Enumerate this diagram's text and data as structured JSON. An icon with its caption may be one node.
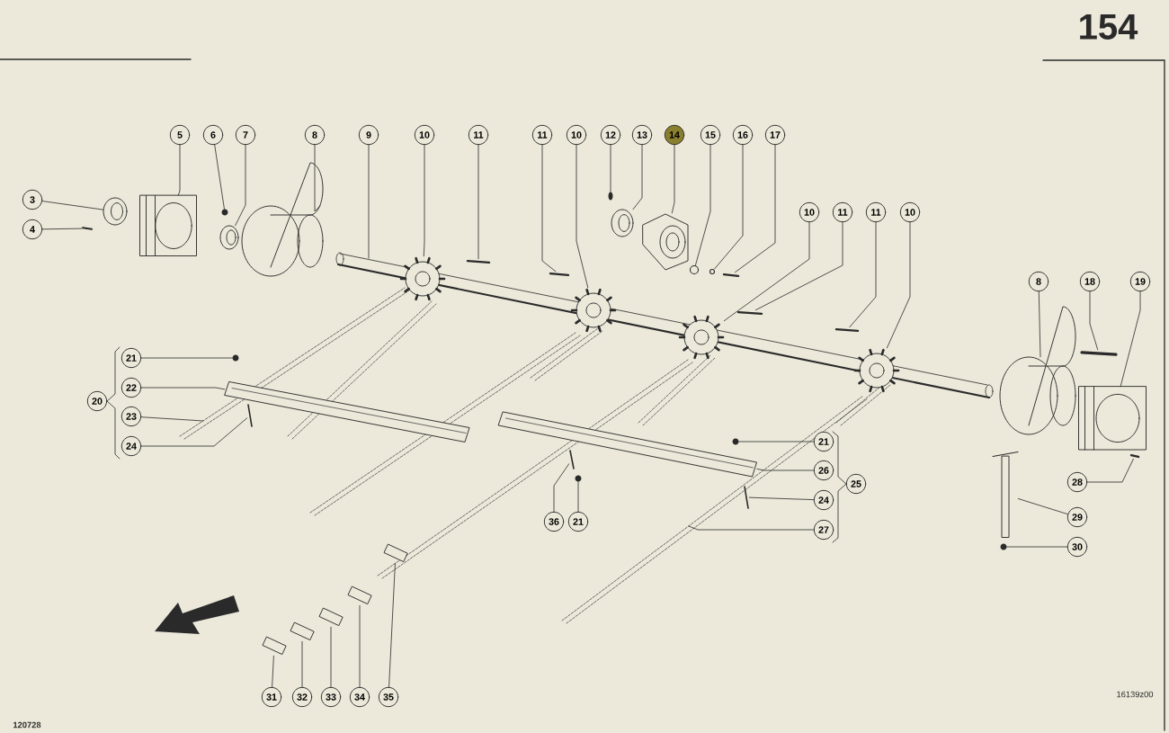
{
  "diagram": {
    "nodes": [
      {
        "text": [
          "5"
        ]
      },
      {
        "text": [
          "6"
        ]
      },
      {
        "text": [
          "7"
        ]
      },
      {
        "text": [
          "8"
        ]
      },
      {
        "text": [
          "9"
        ]
      },
      {
        "text": [
          "10"
        ]
      },
      {
        "text": [
          "11"
        ]
      },
      {
        "text": [
          "11"
        ]
      },
      {
        "text": [
          "10"
        ]
      },
      {
        "text": [
          "12"
        ]
      },
      {
        "text": [
          "13"
        ]
      },
      {
        "text": [
          "14"
        ]
      },
      {
        "text": [
          "15"
        ]
      },
      {
        "text": [
          "16"
        ]
      },
      {
        "text": [
          "17"
        ]
      },
      {
        "text": [
          "10"
        ]
      },
      {
        "text": [
          "11"
        ]
      },
      {
        "text": [
          "11"
        ]
      },
      {
        "text": [
          "10"
        ]
      },
      {
        "text": [
          "3"
        ]
      },
      {
        "text": [
          "4"
        ]
      },
      {
        "text": [
          "21"
        ]
      },
      {
        "text": [
          "22"
        ]
      },
      {
        "text": [
          "23"
        ]
      },
      {
        "text": [
          "24"
        ]
      },
      {
        "text": [
          "20"
        ]
      },
      {
        "text": [
          "8"
        ]
      },
      {
        "text": [
          "18"
        ]
      },
      {
        "text": [
          "19"
        ]
      },
      {
        "text": [
          "21"
        ]
      },
      {
        "text": [
          "26"
        ]
      },
      {
        "text": [
          "24"
        ]
      },
      {
        "text": [
          "27"
        ]
      },
      {
        "text": [
          "25"
        ]
      },
      {
        "text": [
          "36"
        ]
      },
      {
        "text": [
          "21"
        ]
      },
      {
        "text": [
          "28"
        ]
      },
      {
        "text": [
          "29"
        ]
      },
      {
        "text": [
          "30"
        ]
      },
      {
        "text": [
          "31"
        ]
      },
      {
        "text": [
          "32"
        ]
      },
      {
        "text": [
          "33"
        ]
      },
      {
        "text": [
          "34"
        ]
      },
      {
        "text": [
          "35"
        ]
      },
      {
        "text": [],
        "shape": "picture"
      },
      {
        "text": [],
        "shape": "picture"
      },
      {
        "text": [],
        "shape": "picture"
      },
      {
        "text": [],
        "shape": "picture"
      },
      {
        "text": [],
        "shape": "picture"
      },
      {
        "text": [],
        "shape": "picture"
      },
      {
        "text": [],
        "shape": "picture"
      },
      {
        "text": [],
        "shape": "picture"
      },
      {
        "text": [],
        "shape": "picture"
      },
      {
        "text": [],
        "shape": "picture"
      },
      {
        "text": [],
        "shape": "picture"
      },
      {
        "text": [],
        "shape": "picture"
      },
      {
        "text": [],
        "shape": "picture"
      },
      {
        "text": [],
        "shape": "picture"
      },
      {
        "text": [],
        "shape": "picture"
      },
      {
        "text": [],
        "shape": "picture"
      },
      {
        "text": [],
        "shape": "picture"
      },
      {
        "text": [],
        "shape": "picture"
      },
      {
        "text": [],
        "shape": "picture"
      },
      {
        "text": [],
        "shape": "picture"
      },
      {
        "text": [],
        "shape": "picture"
      },
      {
        "text": [],
        "shape": "picture"
      },
      {
        "text": [],
        "shape": "picture"
      },
      {
        "text": [],
        "shape": "picture"
      },
      {
        "text": [],
        "shape": "picture"
      },
      {
        "text": [],
        "shape": "picture"
      },
      {
        "text": [],
        "shape": "picture"
      },
      {
        "text": [],
        "shape": "picture"
      },
      {
        "text": [],
        "shape": "picture"
      },
      {
        "text": [],
        "shape": "picture"
      },
      {
        "text": [],
        "shape": "picture"
      },
      {
        "text": [],
        "shape": "picture"
      },
      {
        "text": [],
        "shape": "picture"
      },
      {
        "text": [],
        "shape": "picture"
      },
      {
        "text": [],
        "shape": "picture"
      },
      {
        "text": [],
        "shape": "picture"
      },
      {
        "text": [],
        "shape": "picture"
      },
      {
        "text": [],
        "shape": "picture"
      },
      {
        "text": [],
        "shape": "picture"
      }
    ],
    "edges": [
      {
        "from": 0,
        "to": 44,
        "arrow": "none"
      },
      {
        "from": 1,
        "to": 45,
        "arrow": "none"
      },
      {
        "from": 2,
        "to": 46,
        "arrow": "none"
      },
      {
        "from": 3,
        "to": 47,
        "arrow": "none"
      },
      {
        "from": 4,
        "to": null,
        "arrow": "none"
      },
      {
        "from": 5,
        "to": 48,
        "arrow": "none"
      },
      {
        "from": 6,
        "to": 49,
        "arrow": "none"
      },
      {
        "from": 7,
        "to": 50,
        "arrow": "none"
      },
      {
        "from": 8,
        "to": 51,
        "arrow": "none"
      },
      {
        "from": 9,
        "to": 52,
        "arrow": "none"
      },
      {
        "from": 10,
        "to": 53,
        "arrow": "none"
      },
      {
        "from": 11,
        "to": 54,
        "arrow": "none"
      },
      {
        "from": 12,
        "to": 55,
        "arrow": "none"
      },
      {
        "from": 13,
        "to": 56,
        "arrow": "none"
      },
      {
        "from": 14,
        "to": 57,
        "arrow": "none"
      },
      {
        "from": 15,
        "to": 58,
        "arrow": "none"
      },
      {
        "from": 16,
        "to": 59,
        "arrow": "none"
      },
      {
        "from": 17,
        "to": 60,
        "arrow": "none"
      },
      {
        "from": 18,
        "to": 61,
        "arrow": "none"
      },
      {
        "from": 19,
        "to": 62,
        "arrow": "none"
      },
      {
        "from": 20,
        "to": 63,
        "arrow": "none"
      },
      {
        "from": 21,
        "to": 64,
        "arrow": "none"
      },
      {
        "from": 22,
        "to": 65,
        "arrow": "none"
      },
      {
        "from": 23,
        "to": null,
        "arrow": "none"
      },
      {
        "from": 24,
        "to": 66,
        "arrow": "none"
      },
      {
        "from": 26,
        "to": 67,
        "arrow": "none"
      },
      {
        "from": 27,
        "to": 68,
        "arrow": "none"
      },
      {
        "from": 28,
        "to": 69,
        "arrow": "none"
      },
      {
        "from": 29,
        "to": 70,
        "arrow": "none"
      },
      {
        "from": 30,
        "to": 71,
        "arrow": "none"
      },
      {
        "from": 31,
        "to": 72,
        "arrow": "none"
      },
      {
        "from": 32,
        "to": null,
        "arrow": "none"
      },
      {
        "from": 34,
        "to": 73,
        "arrow": "none"
      },
      {
        "from": 35,
        "to": 74,
        "arrow": "none"
      },
      {
        "from": 36,
        "to": 75,
        "arrow": "none"
      },
      {
        "from": 37,
        "to": 76,
        "arrow": "none"
      },
      {
        "from": 38,
        "to": 77,
        "arrow": "none"
      },
      {
        "from": 39,
        "to": 78,
        "arrow": "none"
      },
      {
        "from": 40,
        "to": 79,
        "arrow": "none"
      },
      {
        "from": 41,
        "to": 80,
        "arrow": "none"
      },
      {
        "from": 42,
        "to": 81,
        "arrow": "none"
      },
      {
        "from": 43,
        "to": 82,
        "arrow": "none"
      }
    ],
    "labels": [
      "154",
      "16139z00",
      "120728"
    ]
  }
}
